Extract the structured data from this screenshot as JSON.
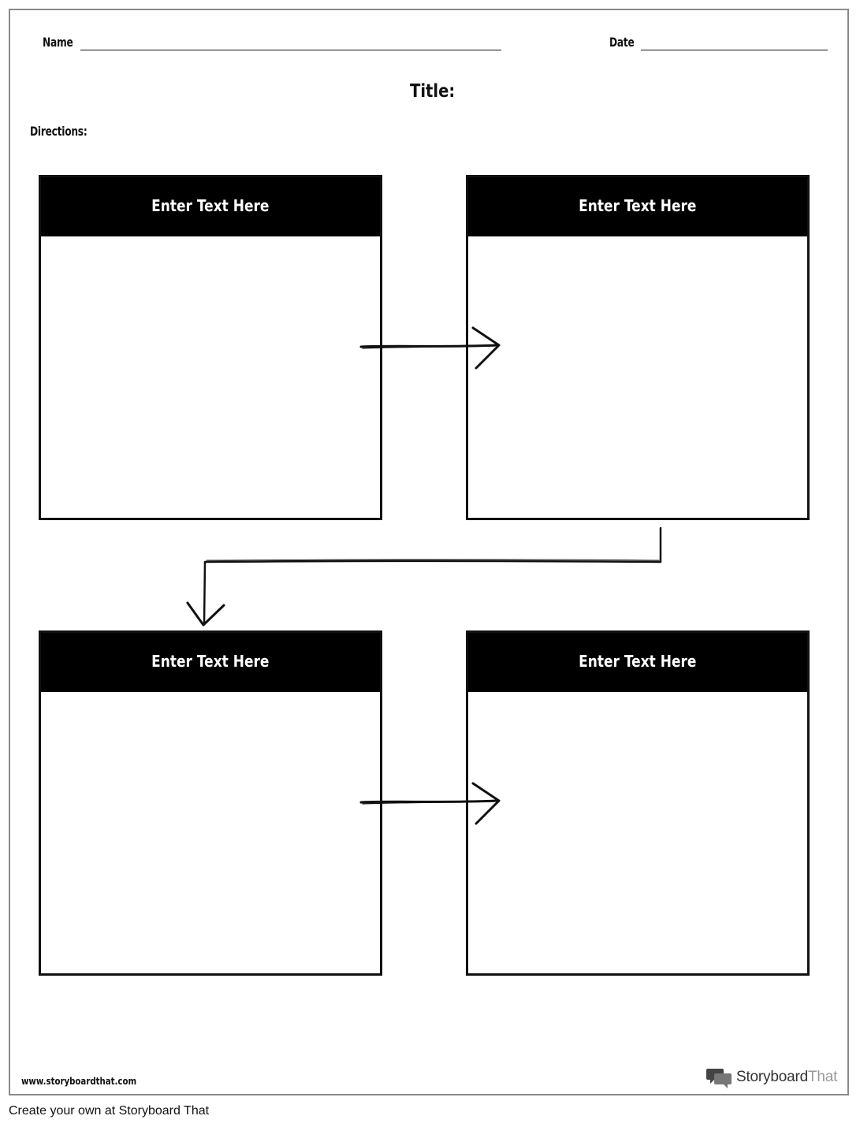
{
  "header": {
    "name_label": "Name",
    "date_label": "Date",
    "title_label": "Title:",
    "directions_label": "Directions:"
  },
  "boxes": [
    {
      "heading": "Enter Text Here"
    },
    {
      "heading": "Enter Text Here"
    },
    {
      "heading": "Enter Text Here"
    },
    {
      "heading": "Enter Text Here"
    }
  ],
  "footer": {
    "url": "www.storyboardthat.com",
    "brand_primary": "Storyboard",
    "brand_secondary": "That",
    "brand_icon": "speech-bubbles-icon",
    "create_link": "Create your own at Storyboard That"
  },
  "colors": {
    "header_fill": "#000000",
    "border": "#111111",
    "sheet_border": "#8a8a8a",
    "brand_light": "#9a9a9a"
  }
}
